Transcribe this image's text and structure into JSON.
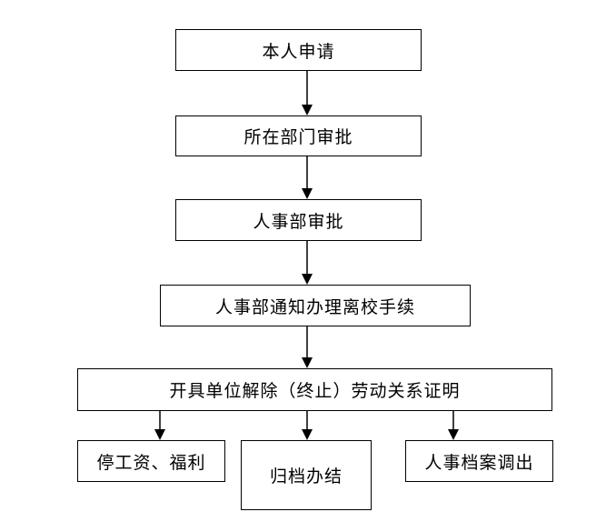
{
  "flowchart": {
    "steps": [
      {
        "id": "apply",
        "label": "本人申请"
      },
      {
        "id": "dept_approve",
        "label": "所在部门审批"
      },
      {
        "id": "hr_approve",
        "label": "人事部审批"
      },
      {
        "id": "hr_notify",
        "label": "人事部通知办理离校手续"
      },
      {
        "id": "certificate",
        "label": "开具单位解除（终止）劳动关系证明"
      }
    ],
    "branches": [
      {
        "id": "stop_pay",
        "label": "停工资、福利"
      },
      {
        "id": "archive",
        "label": "归档办结"
      },
      {
        "id": "transfer_file",
        "label": "人事档案调出"
      }
    ]
  }
}
